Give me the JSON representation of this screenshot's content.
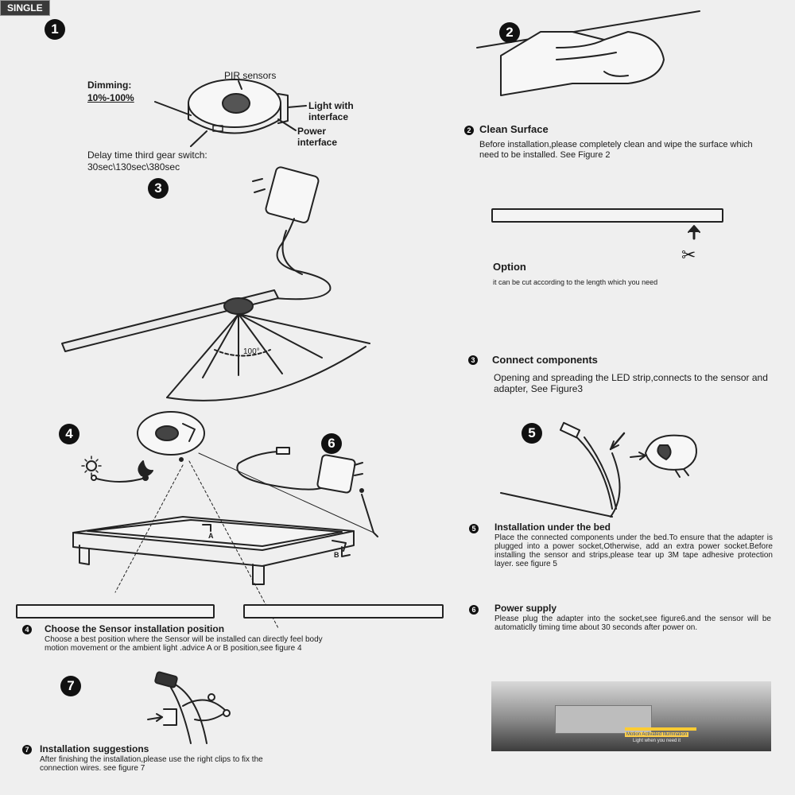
{
  "tag": "SINGLE",
  "fig1": {
    "num": "1",
    "dimming": "Dimming:",
    "dimming_range": "10%-100%",
    "pir": "PIR sensors",
    "light_interface": "Light with interface",
    "power_interface": "Power interface",
    "delay_title": "Delay time third gear switch:",
    "delay_values": "30sec\\130sec\\380sec"
  },
  "fig2": {
    "num": "2"
  },
  "fig3": {
    "num": "3",
    "angle": "100°"
  },
  "fig4": {
    "num": "4"
  },
  "fig5": {
    "num": "5"
  },
  "fig6": {
    "num": "6"
  },
  "fig7": {
    "num": "7"
  },
  "labels": {
    "a": "A",
    "b": "B"
  },
  "steps": {
    "s2": {
      "num": "2",
      "title": "Clean Surface",
      "text": "Before installation,please completely clean and wipe the surface which need to be installed. See Figure 2"
    },
    "option": {
      "title": "Option",
      "text": "it can be cut according to the length which you need"
    },
    "s3": {
      "num": "3",
      "title": "Connect components",
      "text": "Opening and spreading the LED strip,connects to the sensor and adapter, See Figure3"
    },
    "s5": {
      "num": "5",
      "title": "Installation under the bed",
      "text": "Place the connected components under the bed.To ensure that the adapter is plugged into a power socket,Otherwise, add an extra power socket.Before installing the sensor and strips,please tear up 3M tape adhesive protection layer. see figure 5"
    },
    "s6": {
      "num": "6",
      "title": "Power supply",
      "text": "Please plug the adapter into the socket,see figure6.and the sensor will be automaticlly timing time about 30 seconds after power on."
    },
    "s4": {
      "num": "4",
      "title": "Choose the Sensor installation position",
      "text": "Choose a best position where the Sensor will be installed can directly feel body motion movement or the ambient light .advice A or B position,see figure 4"
    },
    "s7": {
      "num": "7",
      "title": "Installation suggestions",
      "text": "After finishing the installation,please use the right clips to fix the connection wires. see figure 7"
    }
  },
  "photo": {
    "caption1": "Motion Activated Illumination",
    "caption2": "Light when you need it"
  }
}
